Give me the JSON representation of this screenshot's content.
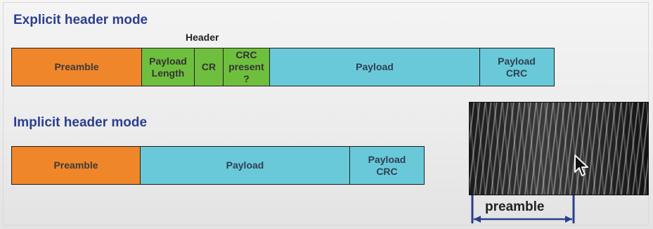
{
  "explicit": {
    "title": "Explicit header mode",
    "header_label": "Header",
    "segments": [
      {
        "label": "Preamble"
      },
      {
        "label": "Payload\nLength"
      },
      {
        "label": "CR"
      },
      {
        "label": "CRC\npresent\n?"
      },
      {
        "label": "Payload"
      },
      {
        "label": "Payload\nCRC"
      }
    ]
  },
  "implicit": {
    "title": "Implicit header mode",
    "segments": [
      {
        "label": "Preamble"
      },
      {
        "label": "Payload"
      },
      {
        "label": "Payload\nCRC"
      }
    ]
  },
  "spectrogram": {
    "annotation": "preamble"
  },
  "colors": {
    "title": "#2b3f8f",
    "preamble": "#f0862a",
    "header": "#6fbf3e",
    "payload": "#69c9d9",
    "bracket": "#2b3f8f"
  },
  "icons": {
    "cursor": "mouse-pointer-icon"
  }
}
